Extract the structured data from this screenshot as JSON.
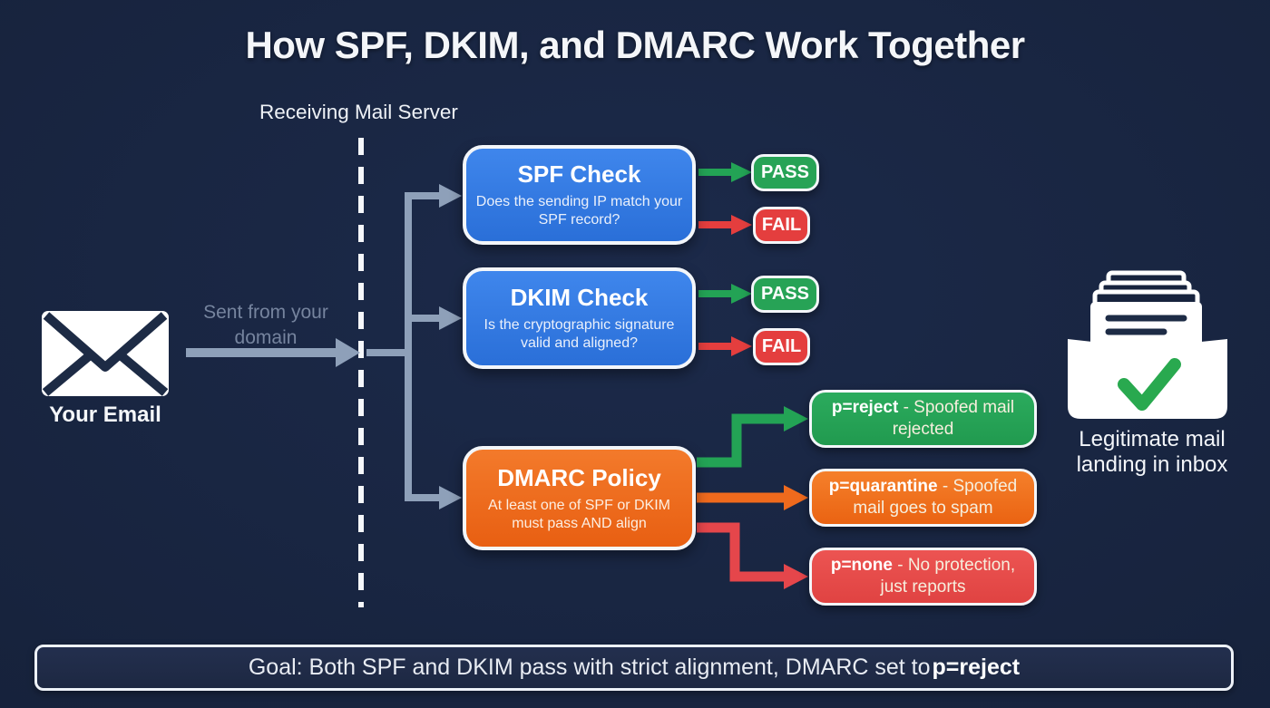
{
  "title": "How SPF, DKIM, and DMARC Work Together",
  "server_label": "Receiving Mail Server",
  "sender": {
    "icon": "envelope-icon",
    "label": "Your Email",
    "arrow_label": "Sent from your domain"
  },
  "checks": [
    {
      "title": "SPF Check",
      "description": "Does the sending IP match your SPF record?"
    },
    {
      "title": "DKIM Check",
      "description": "Is the cryptographic signature valid and aligned?"
    },
    {
      "title": "DMARC Policy",
      "description": "At least one of SPF or DKIM must pass AND align"
    }
  ],
  "results": {
    "pass": "PASS",
    "fail": "FAIL"
  },
  "outcomes": [
    {
      "policy": "p=reject",
      "description": " - Spoofed mail rejected",
      "status_color": "#27A356"
    },
    {
      "policy": "p=quarantine",
      "description": " - Spoofed mail goes to spam",
      "status_color": "#EF6A1D"
    },
    {
      "policy": "p=none",
      "description": " - No protection, just reports",
      "status_color": "#E5464B"
    }
  ],
  "inbox": {
    "icon": "inbox-checkmark-icon",
    "label": "Legitimate mail landing in inbox"
  },
  "goal": {
    "text": "Goal: Both SPF and DKIM pass with strict alignment, DMARC set to ",
    "highlight": "p=reject"
  },
  "colors": {
    "background": "#17233D",
    "check_blue": "#2F7CE3",
    "policy_orange": "#EF6A1D",
    "pass_green": "#27A356",
    "fail_red": "#E43E3E",
    "connector_gray": "#8EA0B9",
    "dashed_line": "#F5F7FA"
  }
}
